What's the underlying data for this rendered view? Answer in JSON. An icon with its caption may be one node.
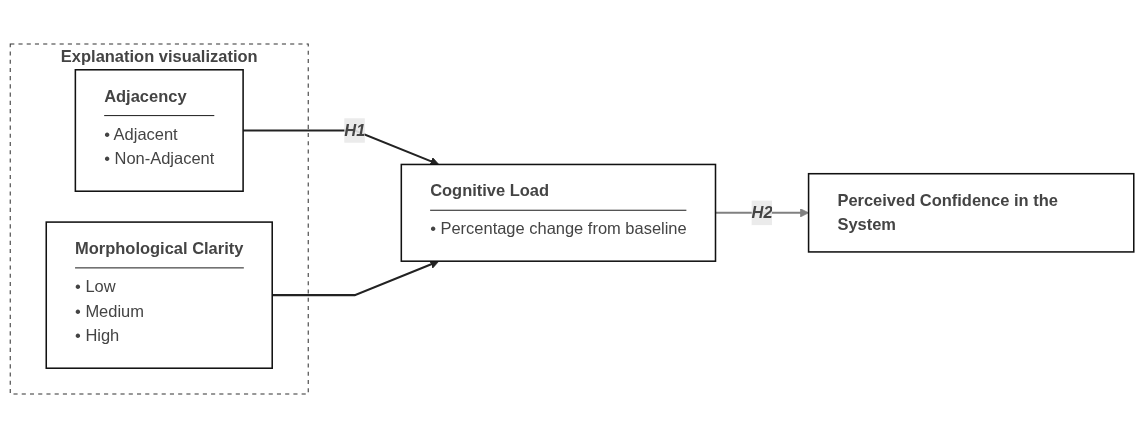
{
  "diagram": {
    "nodes": [
      {
        "text": [
          "Explanation visualization"
        ]
      },
      {
        "text": [
          "Adjacency",
          "• Adjacent",
          "• Non-Adjacent"
        ],
        "in": 0
      },
      {
        "text": [
          "Morphological Clarity",
          "• Low",
          "• Medium",
          "• High"
        ],
        "in": 0
      },
      {
        "text": [
          "Cognitive Load",
          "• Percentage change from baseline"
        ]
      },
      {
        "text": [
          "Perceived Confidence in the System"
        ]
      }
    ],
    "edges": [
      {
        "from": 1,
        "to": 3,
        "arrow": "to",
        "label": "H1"
      },
      {
        "from": 2,
        "to": 3,
        "arrow": "to"
      },
      {
        "from": 3,
        "to": 4,
        "arrow": "to",
        "label": "H2",
        "color": "#808080"
      }
    ]
  }
}
